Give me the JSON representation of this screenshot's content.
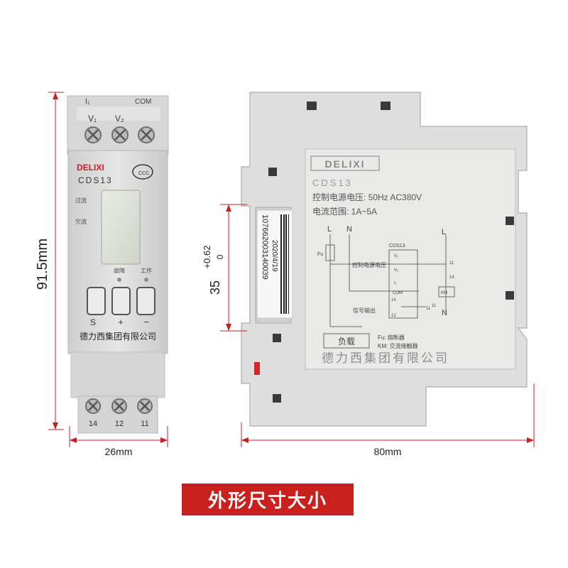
{
  "dimensions": {
    "height": "91.5mm",
    "width_front": "26mm",
    "width_side": "80mm",
    "rail_nominal": "35",
    "rail_tol_upper": "+0.62",
    "rail_tol_lower": "0"
  },
  "front": {
    "brand": "DELIXI",
    "model": "CDS13",
    "cert_mark": "CCC",
    "top_labels": {
      "i1": "I₁",
      "com": "COM",
      "v1": "V₁",
      "v2": "V₂"
    },
    "side_labels": {
      "overcurrent": "过流",
      "phase_loss": "欠流"
    },
    "indicator_labels": {
      "fault": "故障",
      "work": "工作"
    },
    "button_labels": {
      "s": "S",
      "plus": "+",
      "minus": "−"
    },
    "company": "德力西集团有限公司",
    "bottom_terminals": [
      "14",
      "12",
      "11"
    ]
  },
  "side": {
    "brand": "DELIXI",
    "model": "CDS13",
    "spec_voltage": "控制电源电压: 50Hz AC380V",
    "spec_current": "电流范围: 1A~5A",
    "sticker_date": "2020/4/19",
    "sticker_serial": "10766200314003​9",
    "diagram": {
      "L": "L",
      "N": "N",
      "Fu": "Fu",
      "model": "CDS13",
      "label_control_voltage": "控制电源电压",
      "label_signal_output": "信号输出",
      "pin_v1": "V₁",
      "pin_v2": "V₂",
      "pin_i1": "I₁",
      "pin_com": "COM",
      "pin_14": "14",
      "pin_12": "12",
      "pin_11": "11",
      "right_L": "L",
      "right_11": "11",
      "right_14": "14",
      "right_N": "N",
      "km": "KM",
      "right_11b": "11",
      "load": "负载",
      "legend_fu": "Fu: 熔断器",
      "legend_km": "KM: 交流接触器"
    },
    "company": "德力西集团有限公司"
  },
  "caption": "外形尺寸大小",
  "colors": {
    "device": "#dcdcdc",
    "dim_line": "#c8201c",
    "caption_bg": "#c8201c",
    "brand": "#d21f26"
  }
}
